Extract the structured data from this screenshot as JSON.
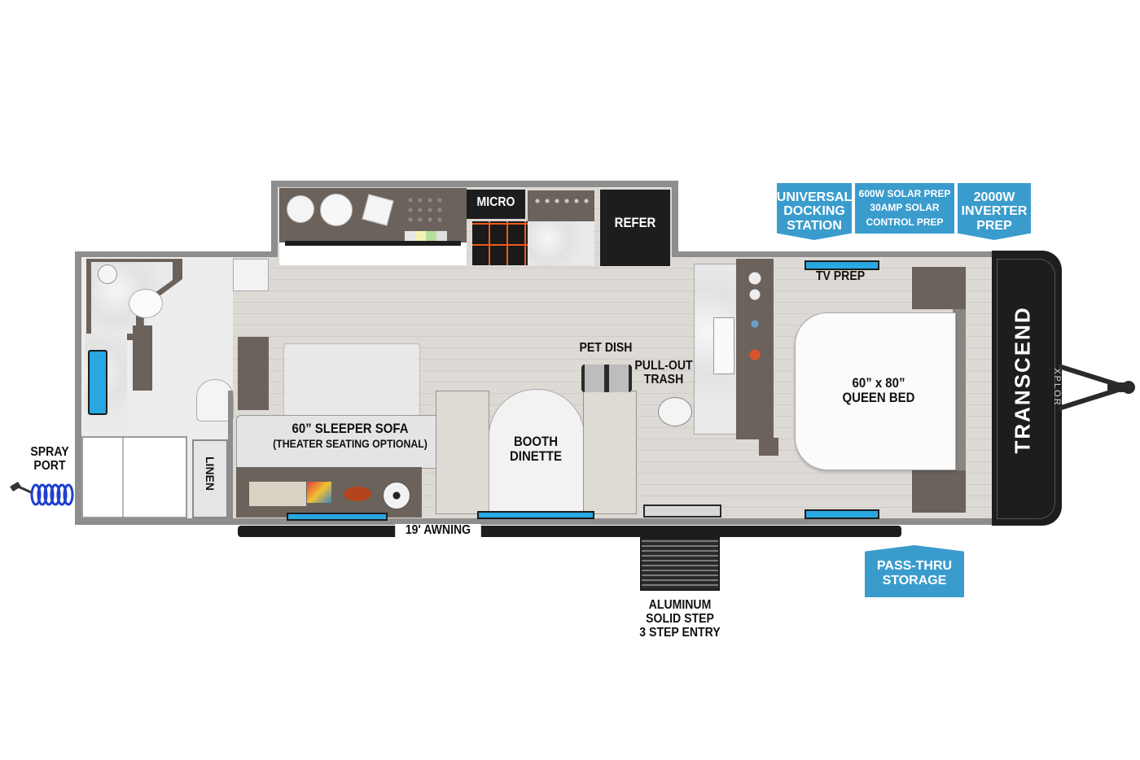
{
  "badges": {
    "docking": [
      "UNIVERSAL",
      "DOCKING",
      "STATION"
    ],
    "solar": [
      "600W SOLAR PREP",
      "30AMP SOLAR",
      "CONTROL PREP"
    ],
    "inverter": [
      "2000W",
      "INVERTER",
      "PREP"
    ],
    "passthru": [
      "PASS-THRU",
      "STORAGE"
    ]
  },
  "labels": {
    "micro": "MICRO",
    "refer": "REFER",
    "tv_prep": "TV PREP",
    "pet_dish": "PET DISH",
    "trash": [
      "PULL-OUT",
      "TRASH"
    ],
    "bed": [
      "60” x 80”",
      "QUEEN BED"
    ],
    "dinette": [
      "BOOTH",
      "DINETTE"
    ],
    "sofa": "60” SLEEPER SOFA",
    "sofa_note": "(THEATER SEATING OPTIONAL)",
    "linen": "LINEN",
    "spray": [
      "SPRAY",
      "PORT"
    ],
    "awning": "19' AWNING",
    "step": [
      "ALUMINUM",
      "SOLID STEP",
      "3 STEP ENTRY"
    ]
  },
  "brand": {
    "name": "TRANSCEND",
    "sub": "XPLOR"
  },
  "colors": {
    "badge": "#3a9ccd",
    "accent_blue": "#29a7e1",
    "cabinet": "#6b625c",
    "cap": "#1d1d1d"
  }
}
